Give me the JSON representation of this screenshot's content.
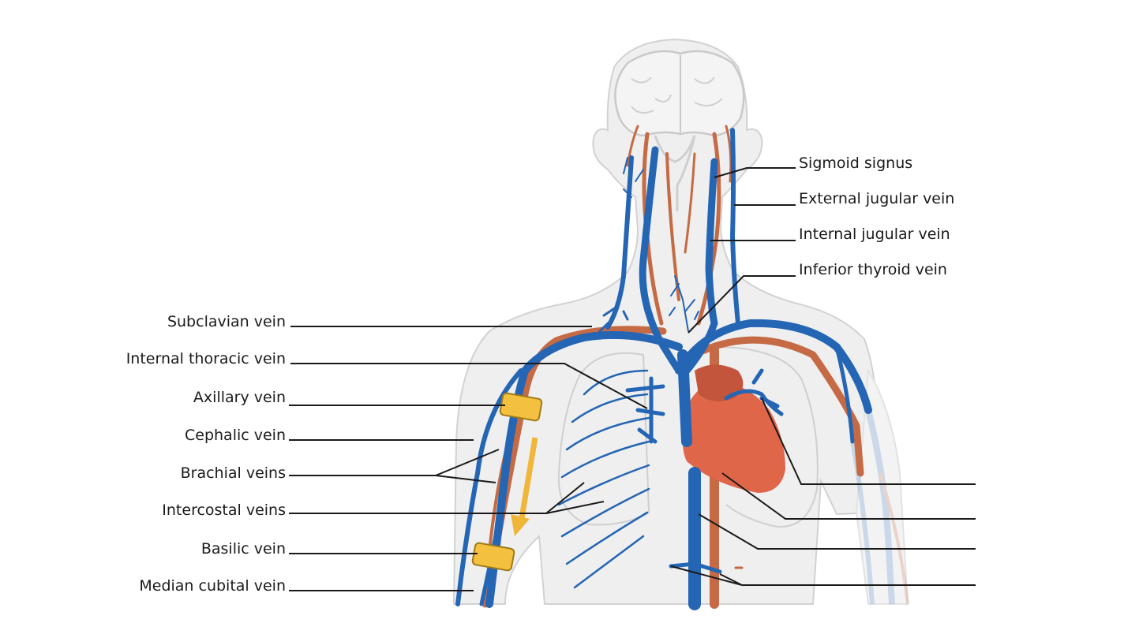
{
  "labels_left": [
    {
      "key": "subclavian",
      "text": "Subclavian vein"
    },
    {
      "key": "internal_thoracic",
      "text": "Internal thoracic vein"
    },
    {
      "key": "axillary",
      "text": "Axillary vein"
    },
    {
      "key": "cephalic",
      "text": "Cephalic vein"
    },
    {
      "key": "brachial",
      "text": "Brachial veins"
    },
    {
      "key": "intercostal",
      "text": "Intercostal veins"
    },
    {
      "key": "basilic",
      "text": "Basilic vein"
    },
    {
      "key": "median_cubital",
      "text": "Median cubital vein"
    }
  ],
  "labels_right": [
    {
      "key": "sigmoid",
      "text": "Sigmoid signus"
    },
    {
      "key": "external_jugular",
      "text": "External jugular vein"
    },
    {
      "key": "internal_jugular",
      "text": "Internal jugular vein"
    },
    {
      "key": "inferior_thyroid",
      "text": "Inferior thyroid vein"
    }
  ],
  "blank_right_labels": 4,
  "colors": {
    "vein": "#2465b4",
    "artery": "#c56a44",
    "heart": "#e0664a",
    "skin": "#efefef",
    "marker": "#f3c13f",
    "arrow": "#f0b63a"
  },
  "icons": [
    "tourniquet-marker",
    "blood-flow-arrow"
  ]
}
